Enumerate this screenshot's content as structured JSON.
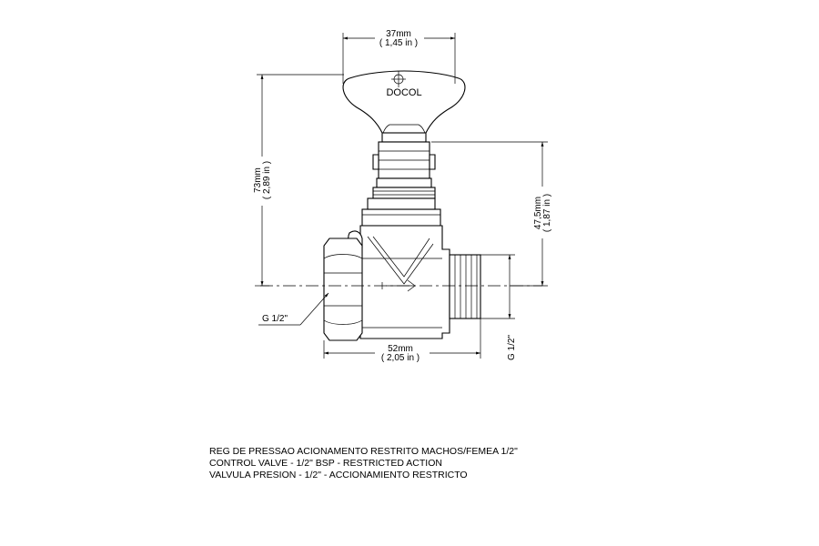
{
  "dimensions": {
    "width_top": {
      "metric": "37mm",
      "imperial": "( 1,45 in )"
    },
    "height_left": {
      "metric": "73mm",
      "imperial": "( 2,89 in )"
    },
    "height_right": {
      "metric": "47,5mm",
      "imperial": "( 1,87 in )"
    },
    "width_bottom": {
      "metric": "52mm",
      "imperial": "( 2,05 in )"
    },
    "thread_left": "G 1/2\"",
    "thread_right": "G 1/2\""
  },
  "brand": "DOCOL",
  "caption": [
    "REG DE PRESSAO ACIONAMENTO RESTRITO MACHOS/FEMEA 1/2\"",
    "CONTROL VALVE - 1/2\" BSP - RESTRICTED ACTION",
    "VALVULA PRESION - 1/2\" - ACCIONAMIENTO RESTRICTO"
  ]
}
